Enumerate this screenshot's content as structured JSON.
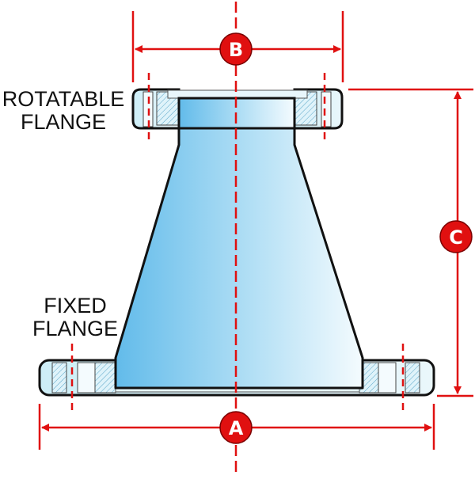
{
  "labels": {
    "rotatable_flange_line1": "ROTATABLE",
    "rotatable_flange_line2": "FLANGE",
    "fixed_flange_line1": "FIXED",
    "fixed_flange_line2": "FLANGE"
  },
  "dimensions": {
    "a": "A",
    "b": "B",
    "c": "C"
  },
  "colors": {
    "dimension": "#e01010",
    "outline": "#111111",
    "body_fill_dark": "#6cc0ec",
    "body_fill_light": "#eef8fd",
    "flange_fill": "#d6f0f8",
    "hatch": "#5aa6c8"
  }
}
